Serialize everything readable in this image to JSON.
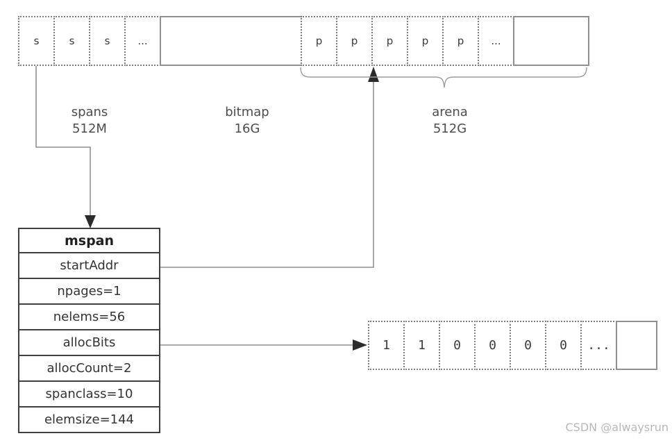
{
  "page": {
    "watermark": "CSDN @alwaysrun"
  },
  "memory_strip": {
    "spans_cells": [
      "s",
      "s",
      "s",
      "..."
    ],
    "arena_cells": [
      "p",
      "p",
      "p",
      "p",
      "p",
      "..."
    ],
    "bitmap_cell": "",
    "tail_cell": ""
  },
  "region_labels": {
    "spans": {
      "name": "spans",
      "size": "512M"
    },
    "bitmap": {
      "name": "bitmap",
      "size": "16G"
    },
    "arena": {
      "name": "arena",
      "size": "512G"
    }
  },
  "mspan": {
    "title": "mspan",
    "fields": [
      "startAddr",
      "npages=1",
      "nelems=56",
      "allocBits",
      "allocCount=2",
      "spanclass=10",
      "elemsize=144"
    ]
  },
  "alloc_bits": {
    "cells": [
      "1",
      "1",
      "0",
      "0",
      "0",
      "0",
      "..."
    ]
  },
  "colors": {
    "line": "#8f8f8f",
    "arrowhead": "#2b2b2b",
    "border_dotted": "#7d7d7d",
    "border_solid": "#8f8f8f",
    "table_border": "#3f3f3f",
    "watermark": "#b8b8b8"
  }
}
